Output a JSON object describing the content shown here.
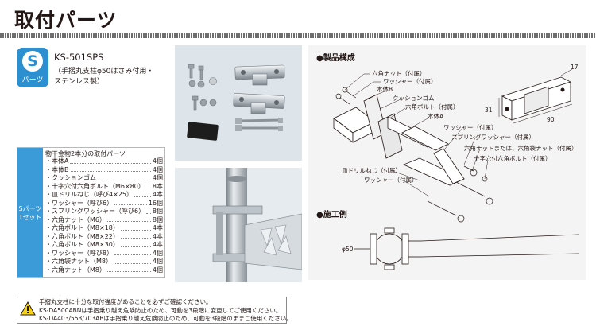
{
  "page": {
    "title": "取付パーツ"
  },
  "product": {
    "badge_letter": "S",
    "badge_sub": "パーツ",
    "code": "KS-501SPS",
    "desc_lines": [
      "（手摺丸支柱φ50はさみ付用・",
      "ステンレス製）"
    ]
  },
  "parts_table": {
    "set_label_1": "Sパーツ",
    "set_label_2": "1セット",
    "header": "物干金物2本分の取付パーツ",
    "items": [
      {
        "name": "・本体A",
        "qty": "4個"
      },
      {
        "name": "・本体B",
        "qty": "4個"
      },
      {
        "name": "・クッションゴム",
        "qty": "4個"
      },
      {
        "name": "・十字穴付六角ボルト（M6×80）",
        "qty": "8本"
      },
      {
        "name": "・皿ドリルねじ（呼び4×25）",
        "qty": "4本"
      },
      {
        "name": "・ワッシャー（呼び6）",
        "qty": "16個"
      },
      {
        "name": "・スプリングワッシャー（呼び6）",
        "qty": "8個"
      },
      {
        "name": "・六角ナット（M6）",
        "qty": "8個"
      },
      {
        "name": "・六角ボルト（M8×18）",
        "qty": "4本"
      },
      {
        "name": "・六角ボルト（M8×22）",
        "qty": "4本"
      },
      {
        "name": "・六角ボルト（M8×30）",
        "qty": "4本"
      },
      {
        "name": "・ワッシャー（呼び8）",
        "qty": "4個"
      },
      {
        "name": "・六角袋ナット（M8）",
        "qty": "4個"
      },
      {
        "name": "・六角ナット（M8）",
        "qty": "4個"
      }
    ]
  },
  "composition": {
    "heading": "●製品構成",
    "labels": {
      "hex_nut": "六角ナット（付属）",
      "washer1": "ワッシャー（付属）",
      "body_b": "本体B",
      "cushion": "クッションゴム",
      "hex_bolt": "六角ボルト（付属）",
      "body_a": "本体A",
      "washer2": "ワッシャー（付属）",
      "spring_washer": "スプリングワッシャー（付属）",
      "hex_or_cap_nut": "六角ナットまたは、六角袋ナット（付属）",
      "cross_bolt": "十字穴付六角ボルト（付属）",
      "drill_screw": "皿ドリルねじ（付属）",
      "washer3": "ワッシャー（付属）"
    },
    "dims": {
      "d17": "17",
      "d31": "31",
      "d90": "90"
    }
  },
  "example": {
    "heading": "●施工例",
    "diameter": "φ50"
  },
  "notice": {
    "lines": [
      "手摺丸支柱に十分な取付強度があることを必ずご確認ください。",
      "KS-DA500ABNは手摺乗り越え危険防止のため、可動を3段階に変更してご使用ください。",
      "KS-DA403/553/703ABは手摺乗り越え危険防止のため、可動を3段階のままご使用ください。"
    ]
  }
}
